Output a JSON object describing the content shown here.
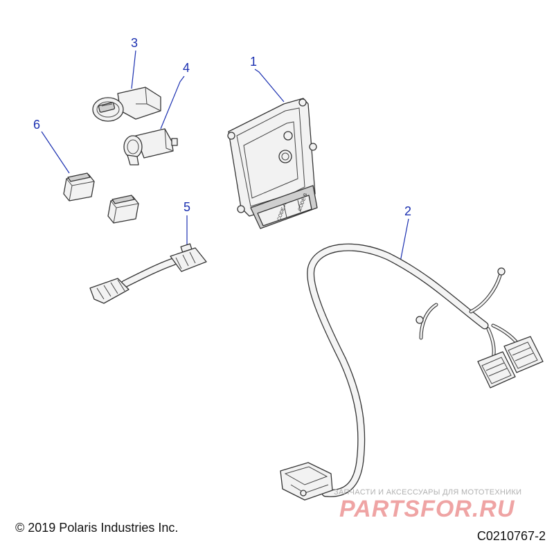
{
  "callouts": [
    {
      "id": "1",
      "part": "ecu-module"
    },
    {
      "id": "2",
      "part": "wire-harness"
    },
    {
      "id": "3",
      "part": "ignition-switch"
    },
    {
      "id": "4",
      "part": "power-outlet"
    },
    {
      "id": "5",
      "part": "adapter-harness"
    },
    {
      "id": "6",
      "part": "rocker-switch-cap"
    }
  ],
  "ecu_labels": {
    "code_a": "CODE A",
    "code_b": "CODE B"
  },
  "copyright": "© 2019 Polaris Industries Inc.",
  "drawing_id": "C0210767-2",
  "watermark": {
    "caption": "ЗАПЧАСТИ И АКСЕССУАРЫ ДЛЯ МОТОТЕХНИКИ",
    "logo": "PARTSFOR.RU"
  },
  "colors": {
    "callout": "#1a2fb0",
    "line": "#333333",
    "watermark": "#e05a5a"
  }
}
